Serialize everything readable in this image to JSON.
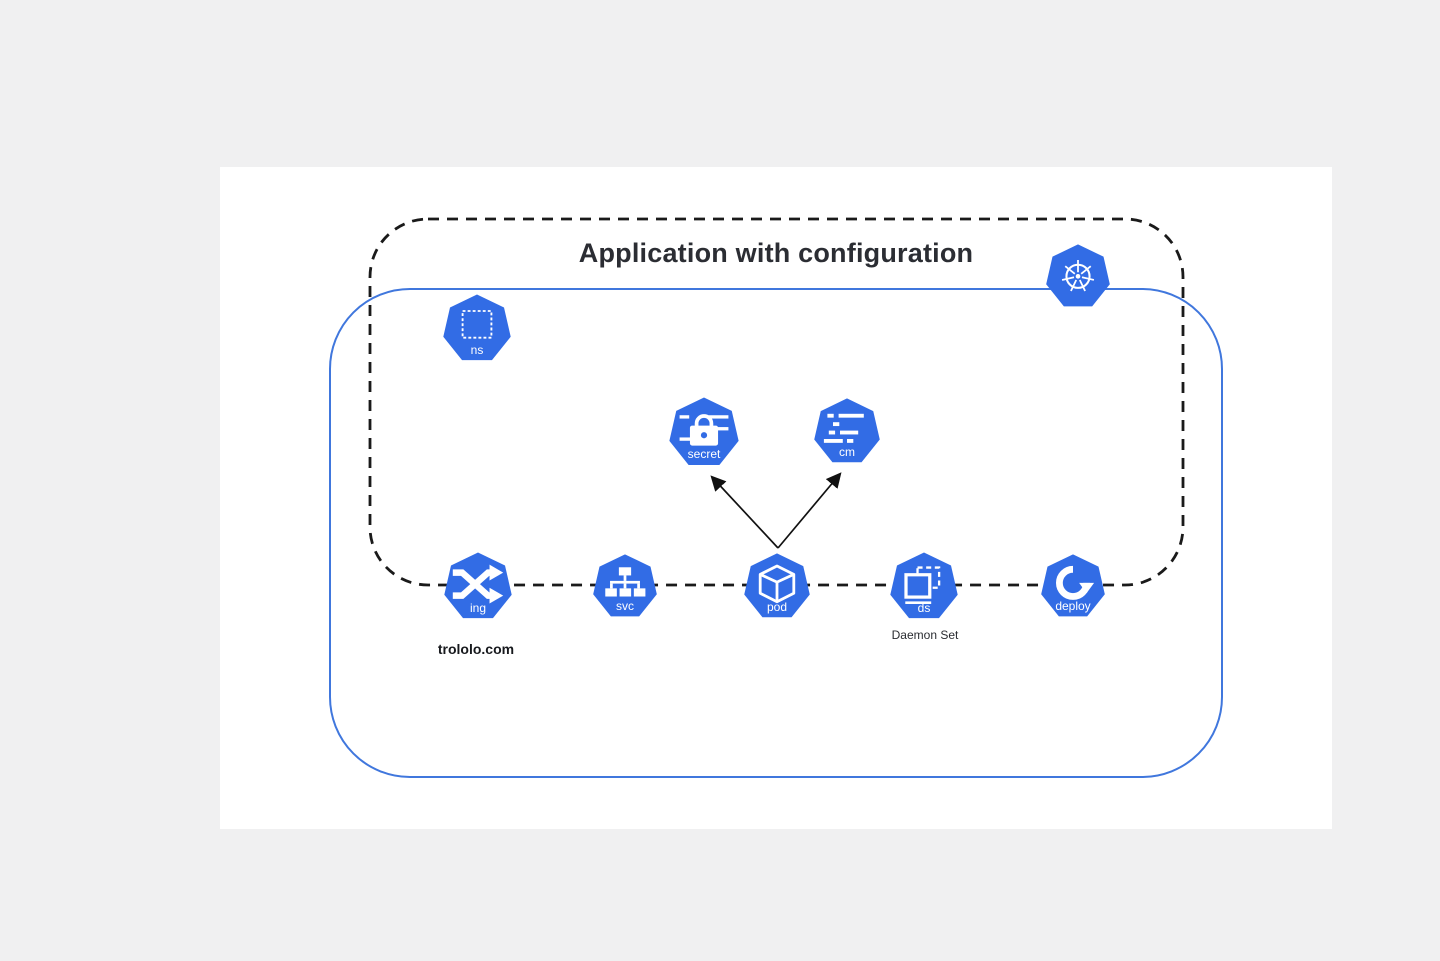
{
  "diagram": {
    "title": "Application with configuration",
    "colors": {
      "node_blue": "#326ce5",
      "namespace_border": "#4077dd",
      "boundary_dash": "#1a1a1a",
      "canvas_bg": "#ffffff",
      "page_bg": "#f0f0f1"
    }
  },
  "nodes": {
    "ns": {
      "label": "ns",
      "icon": "namespace-icon"
    },
    "secret": {
      "label": "secret",
      "icon": "secret-lock-icon"
    },
    "cm": {
      "label": "cm",
      "icon": "configmap-lines-icon"
    },
    "ing": {
      "label": "ing",
      "icon": "ingress-shuffle-icon",
      "caption": "trololo.com"
    },
    "svc": {
      "label": "svc",
      "icon": "service-tree-icon"
    },
    "pod": {
      "label": "pod",
      "icon": "pod-cube-icon"
    },
    "ds": {
      "label": "ds",
      "icon": "daemonset-stack-icon",
      "caption": "Daemon Set"
    },
    "deploy": {
      "label": "deploy",
      "icon": "deployment-cycle-icon"
    },
    "kubernetes": {
      "label": "",
      "icon": "kubernetes-helm-wheel-icon"
    }
  },
  "edges": {
    "pod_to_secret": "pod -> secret",
    "pod_to_cm": "pod -> cm",
    "flow_line": "ing - svc - pod - ds - deploy"
  }
}
